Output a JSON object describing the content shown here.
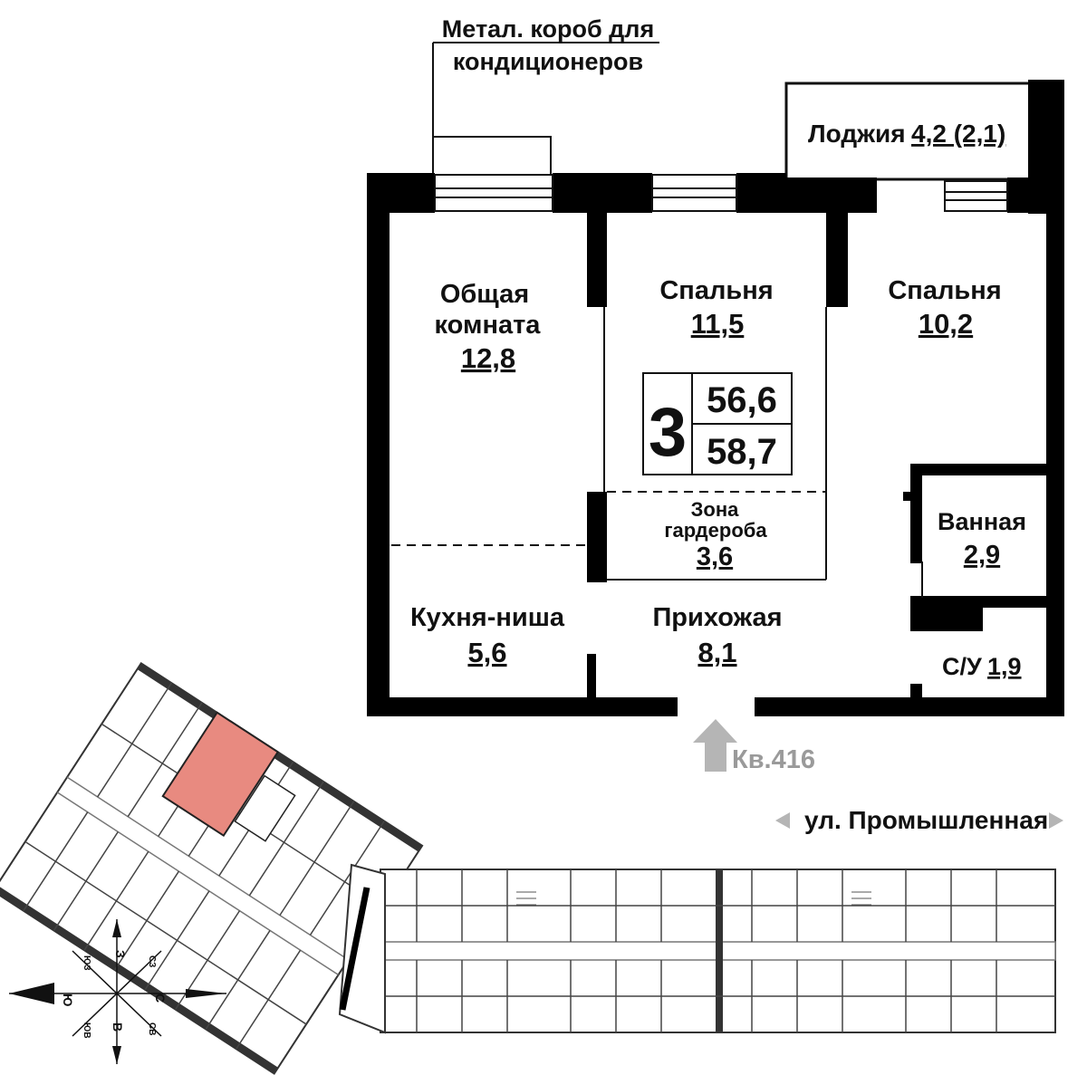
{
  "annotation": {
    "line1": "Метал. короб для",
    "line2": "кондиционеров"
  },
  "loggia": {
    "name": "Лоджия",
    "area": "4,2 (2,1)"
  },
  "rooms": {
    "living": {
      "line1": "Общая",
      "line2": "комната",
      "area": "12,8"
    },
    "bedroom1": {
      "name": "Спальня",
      "area": "11,5"
    },
    "bedroom2": {
      "name": "Спальня",
      "area": "10,2"
    },
    "wardrobe": {
      "line1": "Зона",
      "line2": "гардероба",
      "area": "3,6"
    },
    "bathroom": {
      "name": "Ванная",
      "area": "2,9"
    },
    "toilet": {
      "name": "С/У",
      "area": "1,9"
    },
    "kitchen": {
      "name": "Кухня-ниша",
      "area": "5,6"
    },
    "hall": {
      "name": "Прихожая",
      "area": "8,1"
    }
  },
  "summary": {
    "rooms_count": "3",
    "living_area": "56,6",
    "total_area": "58,7"
  },
  "entrance": {
    "label": "Кв.416"
  },
  "street": {
    "name": "ул. Промышленная"
  },
  "compass": {
    "n": "С",
    "s": "Ю",
    "e": "В",
    "w": "З",
    "ne": "СВ",
    "nw": "СЗ",
    "se": "ЮВ",
    "sw": "ЮЗ"
  },
  "colors": {
    "wall": "#000000",
    "highlight": "#e88a80",
    "arrow": "#b5b5b5"
  }
}
